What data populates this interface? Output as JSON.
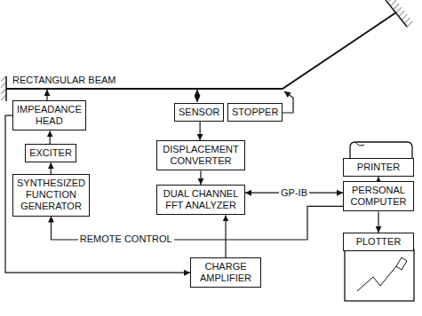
{
  "diagram": {
    "nodes": [
      {
        "text": [
          "IMPEADANCE HEAD"
        ]
      },
      {
        "text": [
          "EXCITER"
        ]
      },
      {
        "text": [
          "SYNTHESIZED FUNCTION GENERATOR"
        ]
      },
      {
        "text": [
          "SENSOR"
        ]
      },
      {
        "text": [
          "STOPPER"
        ]
      },
      {
        "text": [
          "DISPLACEMENT CONVERTER"
        ]
      },
      {
        "text": [
          "DUAL CHANNEL FFT ANALYZER"
        ]
      },
      {
        "text": [
          "PRINTER"
        ]
      },
      {
        "text": [
          "PERSONAL COMPUTER"
        ]
      },
      {
        "text": [
          "CHARGE AMPLIFIER"
        ]
      },
      {
        "text": [
          "PLOTTER"
        ]
      }
    ],
    "edges": [
      {
        "from": 1,
        "to": 0,
        "arrow": "to"
      },
      {
        "from": 2,
        "to": 1,
        "arrow": "to"
      },
      {
        "from": 0,
        "to": 9,
        "arrow": "to"
      },
      {
        "from": 3,
        "to": 5,
        "arrow": "to"
      },
      {
        "from": 5,
        "to": 6,
        "arrow": "to"
      },
      {
        "from": 6,
        "to": 8,
        "label": "GP-IB",
        "arrow": "both"
      },
      {
        "from": 8,
        "to": 7,
        "arrow": "to"
      },
      {
        "from": 8,
        "to": 10,
        "arrow": "to"
      },
      {
        "from": 9,
        "to": 6,
        "arrow": "to"
      },
      {
        "from": 8,
        "to": 2,
        "label": "REMOTE CONTROL",
        "arrow": "to"
      }
    ],
    "labels": [
      "RECTANGULAR BEAM"
    ]
  }
}
